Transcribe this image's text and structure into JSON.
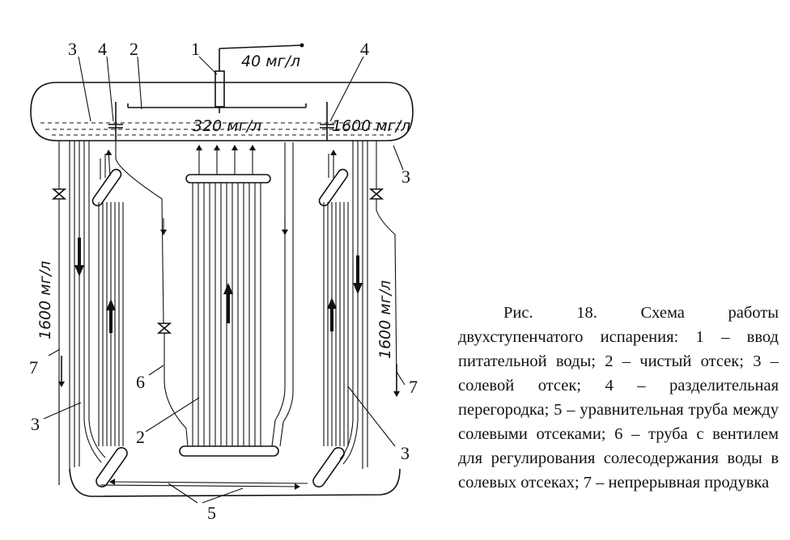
{
  "labels": {
    "n1": "1",
    "n2": "2",
    "n3": "3",
    "n4": "4",
    "n5": "5",
    "n6": "6",
    "n7": "7"
  },
  "concentrations": {
    "feed": "40 мг/л",
    "clean": "320 мг/л",
    "salt": "1600 мг/л"
  },
  "caption": "Рис. 18. Схема работы двухступенчатого испарения: 1 – ввод питательной воды; 2 – чистый отсек; 3 – солевой отсек; 4 – разделительная перегородка; 5 – уравнительная труба между солевыми отсеками; 6 – труба с вентилем для регулирования солесодержания воды в солевых отсеках; 7 – непрерывная продувка"
}
